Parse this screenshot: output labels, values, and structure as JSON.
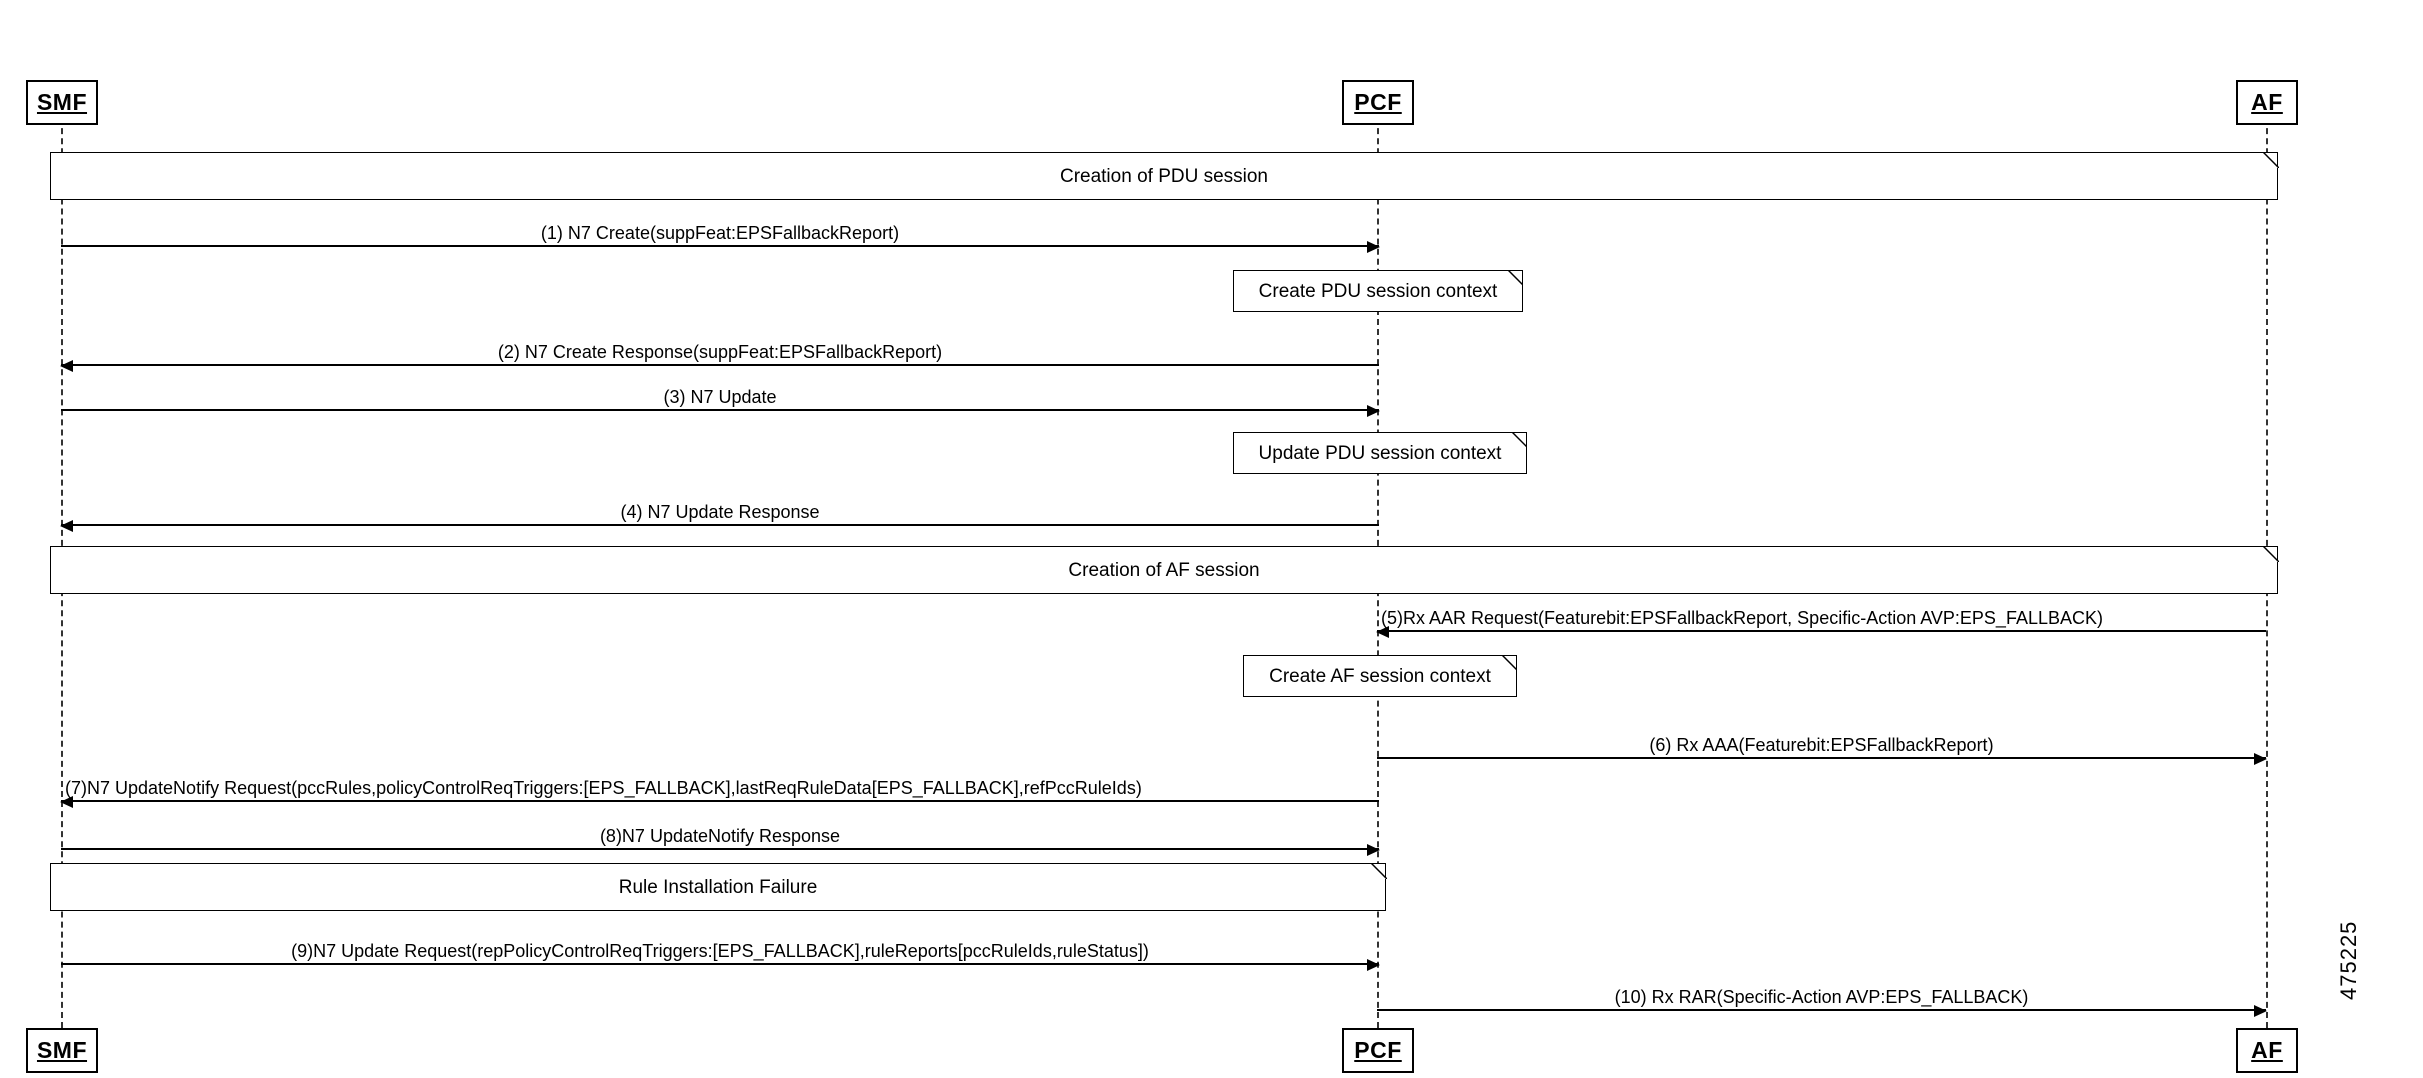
{
  "figure": {
    "id": "475225",
    "type": "uml-sequence-diagram"
  },
  "lifelines": [
    {
      "name": "SMF",
      "label": "SMF"
    },
    {
      "name": "PCF",
      "label": "PCF"
    },
    {
      "name": "AF",
      "label": "AF"
    }
  ],
  "phases": [
    {
      "label": "Creation of PDU session"
    },
    {
      "label": "Creation of AF session"
    },
    {
      "label": "Rule Installation Failure"
    }
  ],
  "notes": [
    {
      "label": "Create PDU session context"
    },
    {
      "label": "Update PDU session context"
    },
    {
      "label": "Create AF session context"
    }
  ],
  "messages": [
    {
      "number": "(1)",
      "label": "(1) N7 Create(suppFeat:EPSFallbackReport)",
      "from": "SMF",
      "to": "PCF",
      "direction": "right"
    },
    {
      "number": "(2)",
      "label": "(2)  N7 Create Response(suppFeat:EPSFallbackReport)",
      "from": "PCF",
      "to": "SMF",
      "direction": "left"
    },
    {
      "number": "(3)",
      "label": "(3)   N7 Update",
      "from": "SMF",
      "to": "PCF",
      "direction": "right"
    },
    {
      "number": "(4)",
      "label": "(4) N7 Update Response",
      "from": "PCF",
      "to": "SMF",
      "direction": "left"
    },
    {
      "number": "(5)",
      "label": "(5)Rx AAR Request(Featurebit:EPSFallbackReport, Specific-Action AVP:EPS_FALLBACK)",
      "from": "AF",
      "to": "PCF",
      "direction": "left"
    },
    {
      "number": "(6)",
      "label": "(6)  Rx AAA(Featurebit:EPSFallbackReport)",
      "from": "PCF",
      "to": "AF",
      "direction": "right"
    },
    {
      "number": "(7)",
      "label": "(7)N7 UpdateNotify Request(pccRules,policyControlReqTriggers:[EPS_FALLBACK],lastReqRuleData[EPS_FALLBACK],refPccRuleIds)",
      "from": "PCF",
      "to": "SMF",
      "direction": "left"
    },
    {
      "number": "(8)",
      "label": "(8)N7 UpdateNotify Response",
      "from": "SMF",
      "to": "PCF",
      "direction": "right"
    },
    {
      "number": "(9)",
      "label": "(9)N7 Update Request(repPolicyControlReqTriggers:[EPS_FALLBACK],ruleReports[pccRuleIds,ruleStatus])",
      "from": "SMF",
      "to": "PCF",
      "direction": "right"
    },
    {
      "number": "(10)",
      "label": "(10) Rx RAR(Specific-Action AVP:EPS_FALLBACK)",
      "from": "PCF",
      "to": "AF",
      "direction": "right"
    }
  ],
  "colors": {
    "line": "#000000",
    "background": "#ffffff"
  }
}
